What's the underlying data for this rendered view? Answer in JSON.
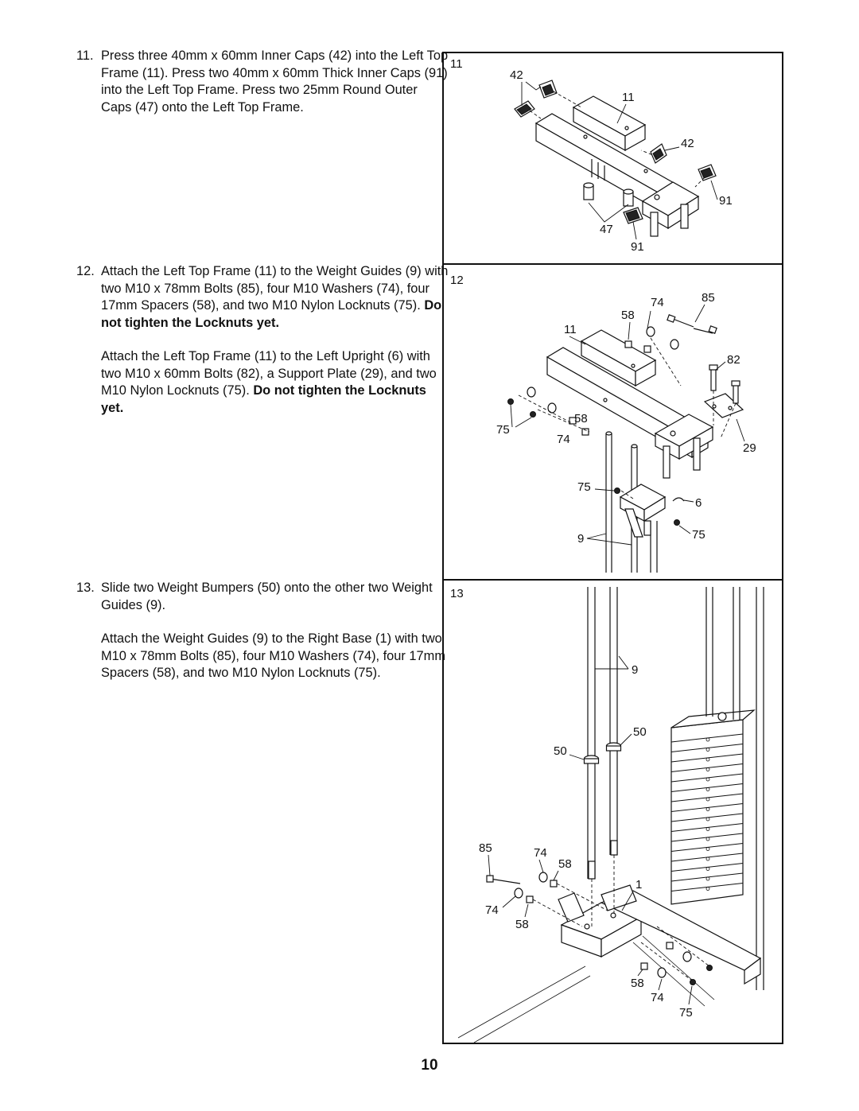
{
  "steps": [
    {
      "number": "11.",
      "paragraphs": [
        {
          "text": "Press three 40mm x 60mm Inner Caps (42) into the Left Top Frame (11). Press two 40mm x 60mm Thick Inner Caps (91) into the Left Top Frame. Press two 25mm Round Outer Caps (47) onto the Left Top Frame.",
          "bold": ""
        }
      ]
    },
    {
      "number": "12.",
      "paragraphs": [
        {
          "text": "Attach the Left Top Frame (11) to the Weight Guides (9) with two M10 x 78mm Bolts (85), four M10 Washers (74), four 17mm Spacers (58), and two M10 Nylon Locknuts (75). ",
          "bold": "Do not tighten the Locknuts yet."
        },
        {
          "text": "Attach the Left Top Frame (11) to the Left Upright (6) with two M10 x 60mm Bolts (82), a Support Plate (29), and two M10 Nylon Locknuts (75). ",
          "bold": "Do not tighten the Locknuts yet."
        }
      ]
    },
    {
      "number": "13.",
      "paragraphs": [
        {
          "text": "Slide two Weight Bumpers (50) onto the other two Weight Guides (9).",
          "bold": ""
        },
        {
          "text": "Attach the Weight Guides (9) to the Right Base (1) with two M10 x 78mm Bolts (85), four M10 Washers (74), four 17mm Spacers (58), and two M10 Nylon Locknuts (75).",
          "bold": ""
        }
      ]
    }
  ],
  "figures": {
    "panel_11": {
      "step": "11",
      "callouts": [
        "42",
        "11",
        "42",
        "91",
        "47",
        "91"
      ]
    },
    "panel_12": {
      "step": "12",
      "callouts": [
        "74",
        "85",
        "58",
        "11",
        "82",
        "58",
        "75",
        "74",
        "29",
        "75",
        "6",
        "9",
        "75"
      ]
    },
    "panel_13": {
      "step": "13",
      "callouts": [
        "9",
        "50",
        "50",
        "85",
        "74",
        "58",
        "1",
        "74",
        "58",
        "58",
        "74",
        "75"
      ]
    }
  },
  "page": {
    "number": "10"
  }
}
